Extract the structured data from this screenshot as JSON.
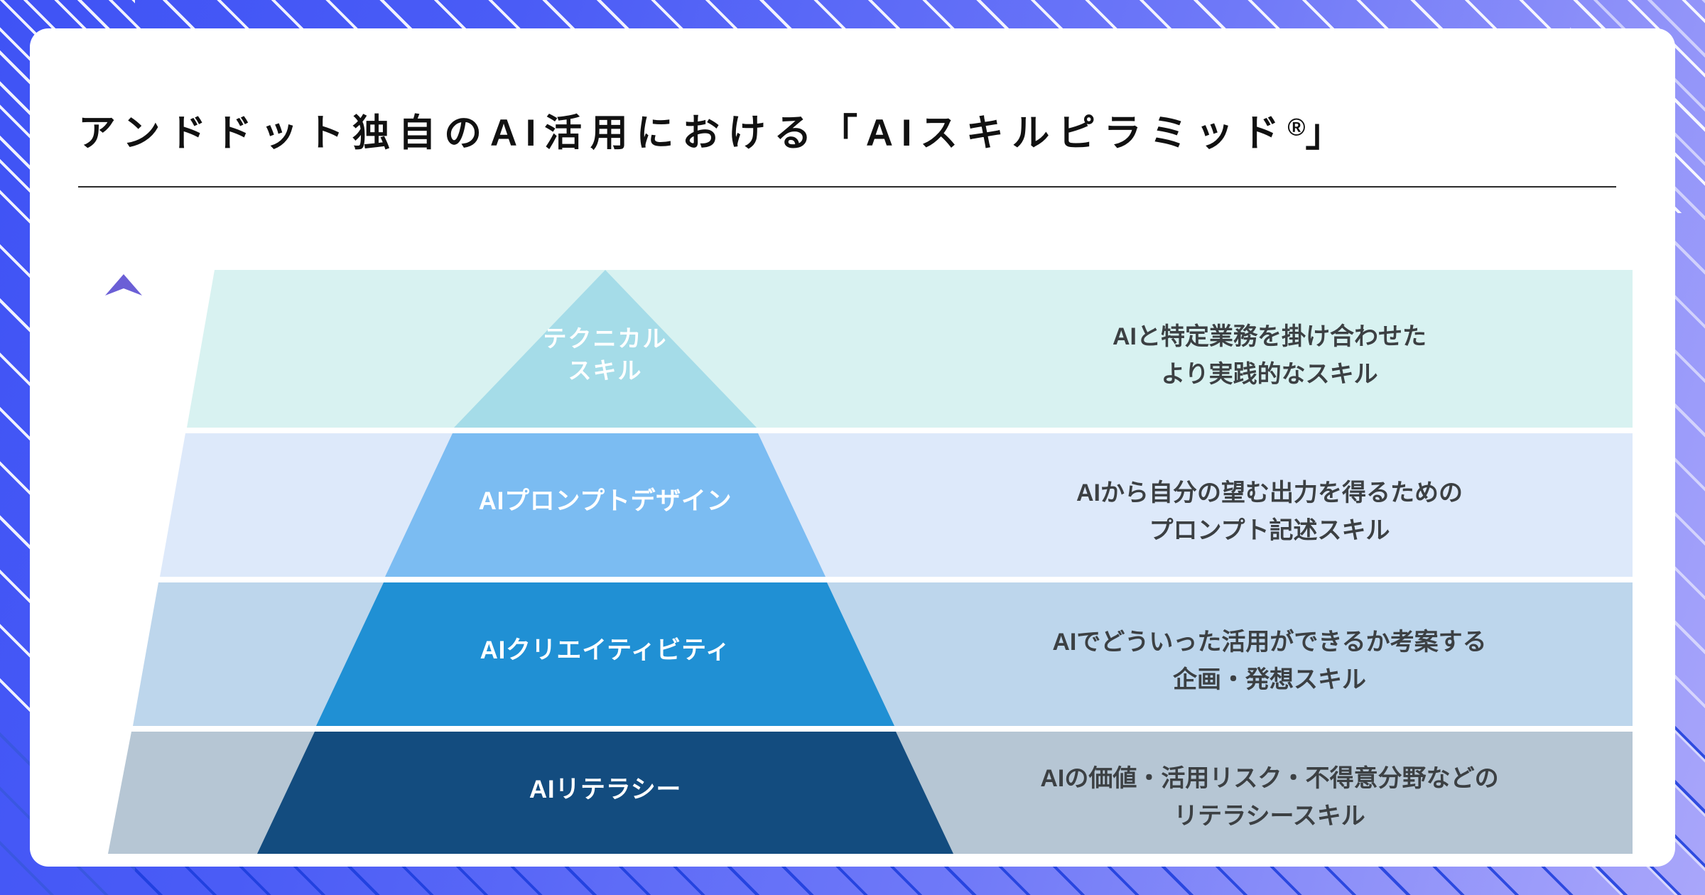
{
  "page": {
    "title": "アンドドット独自のAI活用における「AIスキルピラミッド",
    "title_registered_mark": "®",
    "title_closing_bracket": "」",
    "background_colors": {
      "gradient_start": "#3f53f5",
      "gradient_end": "#a9a6fa",
      "card": "#ffffff",
      "stripe_light": "#ffffff",
      "stripe_dark": "#1a3cdc"
    }
  },
  "arrow": {
    "name": "upward-growth-arrow",
    "style": "dotted",
    "direction": "up",
    "color_top": "#6b5fd6",
    "color_bottom": "#2f9bdc"
  },
  "pyramid": {
    "title": "AIスキルピラミッド",
    "levels": [
      {
        "rank": 4,
        "label": "テクニカル\nスキル",
        "description": "AIと特定業務を掛け合わせた\nより実践的なスキル",
        "band_color": "#d8f2f1",
        "shape_color": "#a5dce8",
        "label_color": "#ffffff"
      },
      {
        "rank": 3,
        "label": "AIプロンプトデザイン",
        "description": "AIから自分の望む出力を得るための\nプロンプト記述スキル",
        "band_color": "#dde9fa",
        "shape_color": "#7bbcf2",
        "label_color": "#ffffff"
      },
      {
        "rank": 2,
        "label": "AIクリエイティビティ",
        "description": "AIでどういった活用ができるか考案する\n企画・発想スキル",
        "band_color": "#bdd6ec",
        "shape_color": "#2090d4",
        "label_color": "#ffffff"
      },
      {
        "rank": 1,
        "label": "AIリテラシー",
        "description": "AIの価値・活用リスク・不得意分野などの\nリテラシースキル",
        "band_color": "#b6c6d4",
        "shape_color": "#134c7f",
        "label_color": "#ffffff"
      }
    ]
  }
}
